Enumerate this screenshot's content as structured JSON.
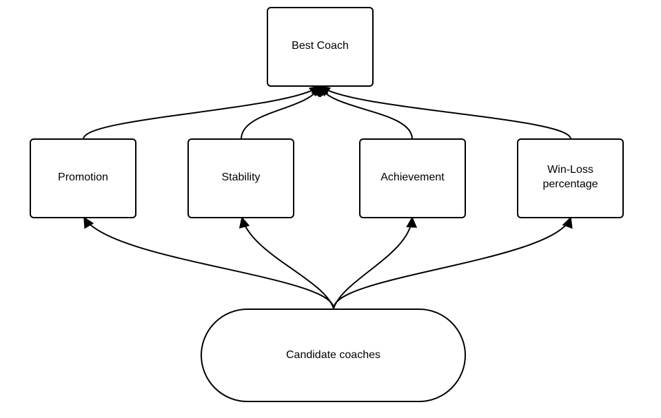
{
  "diagram": {
    "nodes": {
      "best_coach": {
        "label": "Best Coach"
      },
      "promotion": {
        "label": "Promotion"
      },
      "stability": {
        "label": "Stability"
      },
      "achievement": {
        "label": "Achievement"
      },
      "win_loss_line1": {
        "label": "Win-Loss"
      },
      "win_loss_line2": {
        "label": "percentage"
      },
      "candidates": {
        "label": "Candidate coaches"
      }
    },
    "edges": [
      {
        "from": "candidates",
        "to": "promotion"
      },
      {
        "from": "candidates",
        "to": "stability"
      },
      {
        "from": "candidates",
        "to": "achievement"
      },
      {
        "from": "candidates",
        "to": "win_loss"
      },
      {
        "from": "promotion",
        "to": "best_coach"
      },
      {
        "from": "stability",
        "to": "best_coach"
      },
      {
        "from": "achievement",
        "to": "best_coach"
      },
      {
        "from": "win_loss",
        "to": "best_coach"
      }
    ],
    "colors": {
      "stroke": "#000000",
      "fill": "#ffffff"
    }
  }
}
